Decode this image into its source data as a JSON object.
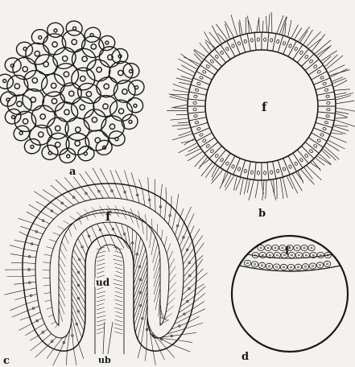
{
  "figures": {
    "a": {
      "caption": "a"
    },
    "b": {
      "caption": "b",
      "cavity_label": "f"
    },
    "c": {
      "caption": "c",
      "cavity_label": "f",
      "inner_label": "ud",
      "mouth_label": "ub"
    },
    "d": {
      "caption": "d",
      "cavity_label": "f"
    }
  },
  "colors": {
    "ink": "#1a1a1a",
    "paper": "#f4f2ee"
  }
}
